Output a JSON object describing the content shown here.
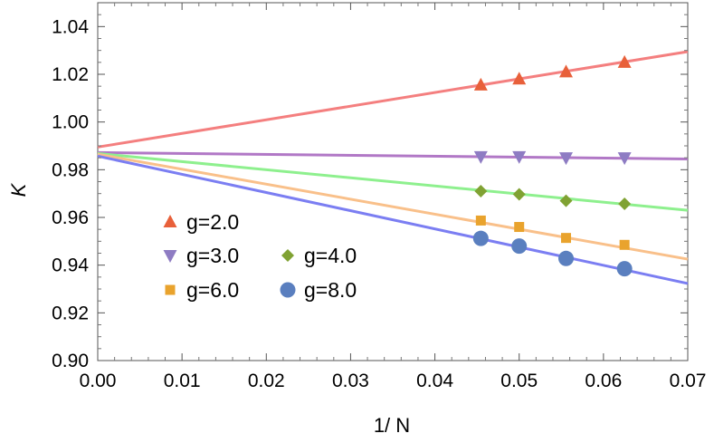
{
  "chart_data": {
    "type": "scatter",
    "title": "",
    "xlabel": "1/ N",
    "ylabel": "K",
    "xlim": [
      0.0,
      0.07
    ],
    "ylim": [
      0.9,
      1.05
    ],
    "xticks": [
      "0.00",
      "0.01",
      "0.02",
      "0.03",
      "0.04",
      "0.05",
      "0.06",
      "0.07"
    ],
    "yticks": [
      "0.90",
      "0.92",
      "0.94",
      "0.96",
      "0.98",
      "1.00",
      "1.02",
      "1.04"
    ],
    "grid": false,
    "legend_position": "lower-left",
    "series": [
      {
        "name": "g=2.0",
        "marker": "triangle-up",
        "marker_color": "#e8603a",
        "line_color": "#f47f7f",
        "x": [
          0.04545,
          0.05,
          0.05556,
          0.0625
        ],
        "y": [
          1.0155,
          1.018,
          1.021,
          1.025
        ],
        "fit": {
          "intercept": 0.9895,
          "end_y": 1.0295
        }
      },
      {
        "name": "g=3.0",
        "marker": "triangle-down",
        "marker_color": "#8e7cc3",
        "line_color": "#b178c6",
        "x": [
          0.04545,
          0.05,
          0.05556,
          0.0625
        ],
        "y": [
          0.9855,
          0.9855,
          0.985,
          0.985
        ],
        "fit": {
          "intercept": 0.9872,
          "end_y": 0.9845
        }
      },
      {
        "name": "g=4.0",
        "marker": "diamond",
        "marker_color": "#80a233",
        "line_color": "#8ef08e",
        "x": [
          0.04545,
          0.05,
          0.05556,
          0.0625
        ],
        "y": [
          0.971,
          0.9697,
          0.967,
          0.9657
        ],
        "fit": {
          "intercept": 0.9868,
          "end_y": 0.963
        }
      },
      {
        "name": "g=6.0",
        "marker": "square",
        "marker_color": "#e9a32d",
        "line_color": "#f9c08a",
        "x": [
          0.04545,
          0.05,
          0.05556,
          0.0625
        ],
        "y": [
          0.9587,
          0.956,
          0.9514,
          0.9485
        ],
        "fit": {
          "intercept": 0.9865,
          "end_y": 0.9425
        }
      },
      {
        "name": "g=8.0",
        "marker": "circle",
        "marker_color": "#5a7fbf",
        "line_color": "#7b7ef2",
        "x": [
          0.04545,
          0.05,
          0.05556,
          0.0625
        ],
        "y": [
          0.9512,
          0.948,
          0.9428,
          0.9385
        ],
        "fit": {
          "intercept": 0.9857,
          "end_y": 0.9323
        }
      }
    ]
  }
}
